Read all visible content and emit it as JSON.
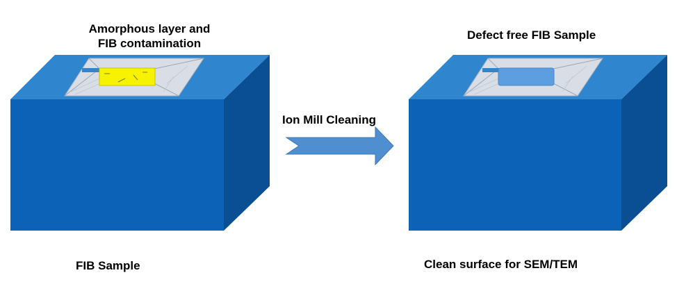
{
  "labels": {
    "left_top_line1": "Amorphous layer and",
    "left_top_line2": "FIB contamination",
    "left_bottom": "FIB Sample",
    "middle": "Ion Mill Cleaning",
    "right_top": "Defect free FIB Sample",
    "right_bottom": "Clean surface for SEM/TEM"
  },
  "colors": {
    "box_front": "#0b62b6",
    "box_top": "#2f86cf",
    "box_side": "#0a4f93",
    "arrow": "#4f8fd0",
    "contamination": "#f7f300",
    "clean_sample": "#5c9ee0",
    "trench": "#d9dee6"
  }
}
